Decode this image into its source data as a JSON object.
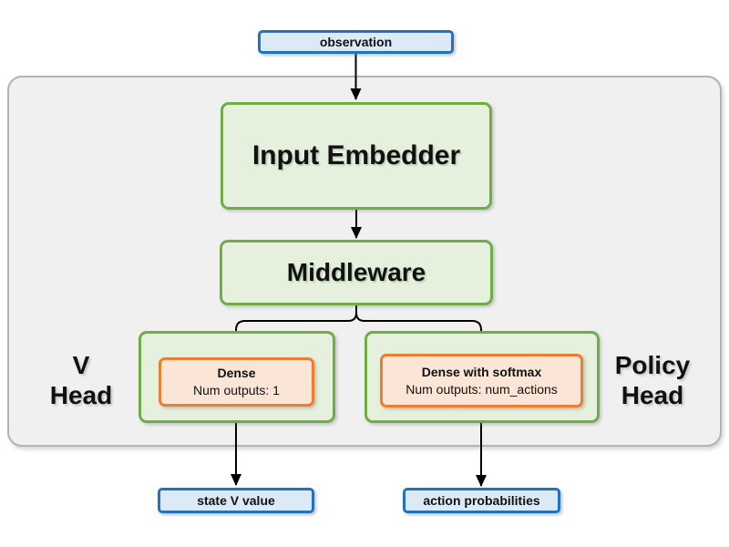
{
  "colors": {
    "container_fill": "#f0f0f1",
    "container_border": "#b3b3b6",
    "green_fill": "#e5f0dd",
    "green_border": "#70ad47",
    "orange_fill": "#fbe5d6",
    "orange_border": "#ed7d31",
    "blue_fill": "#dce9f7",
    "blue_border": "#2173c2",
    "arrow": "#000000"
  },
  "nodes": {
    "observation": {
      "label": "observation"
    },
    "input_embedder": {
      "label": "Input Embedder"
    },
    "middleware": {
      "label": "Middleware"
    },
    "v_head": {
      "line1": "V",
      "line2": "Head"
    },
    "policy_head": {
      "line1": "Policy",
      "line2": "Head"
    },
    "dense": {
      "title": "Dense",
      "subtitle": "Num outputs: 1"
    },
    "dense_softmax": {
      "title": "Dense with softmax",
      "subtitle": "Num outputs: num_actions"
    },
    "state_v_value": {
      "label": "state V value"
    },
    "action_probabilities": {
      "label": "action probabilities"
    }
  }
}
